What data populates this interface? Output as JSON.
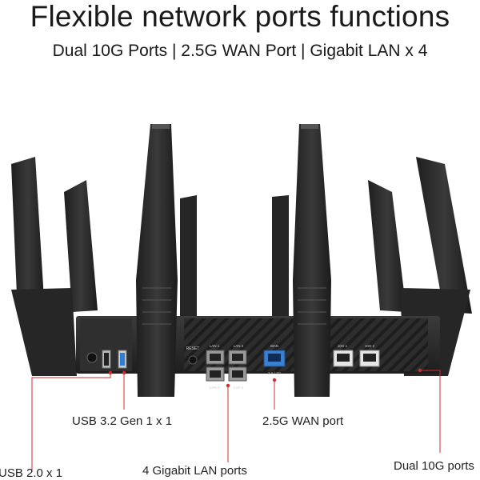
{
  "header": {
    "title": "Flexible network ports functions",
    "subtitle": "Dual 10G Ports | 2.5G WAN Port | Gigabit LAN x 4"
  },
  "panel": {
    "port_labels": {
      "reset": "RESET",
      "lan1": "LAN 1",
      "lan2": "LAN 2",
      "lan3": "LAN 3",
      "lan4": "LAN 4",
      "wan": "WAN",
      "wan_speed": "2.5 / 1G",
      "tg1": "10G 1",
      "tg2": "10G 2"
    }
  },
  "callouts": {
    "usb3": "USB 3.2 Gen 1 x 1",
    "wan": "2.5G WAN port",
    "usb2": "USB 2.0 x 1",
    "lan": "4 Gigabit LAN ports",
    "ten_g": "Dual 10G ports"
  },
  "colors": {
    "accent_red": "#d12b2b",
    "router_body": "#2b2b2b",
    "wan_port": "#3a7fd0",
    "usb3_port": "#2f7fd6"
  }
}
